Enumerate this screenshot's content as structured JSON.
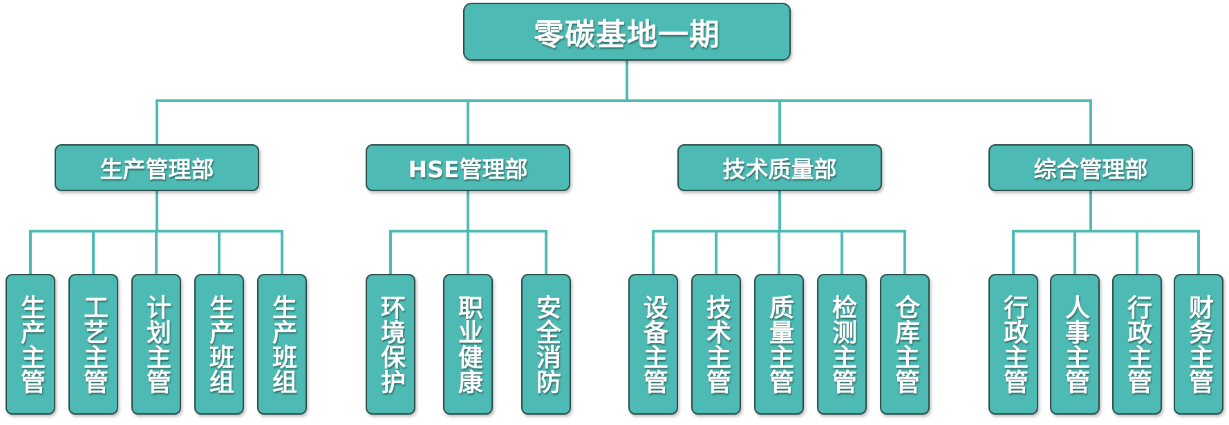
{
  "root": {
    "label": "零碳基地一期"
  },
  "colors": {
    "box_fill": "#4dbab3",
    "box_border": "#2a4d4b",
    "line": "#4dbab3",
    "text": "#ffffff"
  },
  "departments": [
    {
      "label": "生产管理部",
      "children": [
        "生产主管",
        "工艺主管",
        "计划主管",
        "生产班组",
        "生产班组"
      ]
    },
    {
      "label": "HSE管理部",
      "children": [
        "环境保护",
        "职业健康",
        "安全消防"
      ]
    },
    {
      "label": "技术质量部",
      "children": [
        "设备主管",
        "技术主管",
        "质量主管",
        "检测主管",
        "仓库主管"
      ]
    },
    {
      "label": "综合管理部",
      "children": [
        "行政主管",
        "人事主管",
        "行政主管",
        "财务主管"
      ]
    }
  ]
}
